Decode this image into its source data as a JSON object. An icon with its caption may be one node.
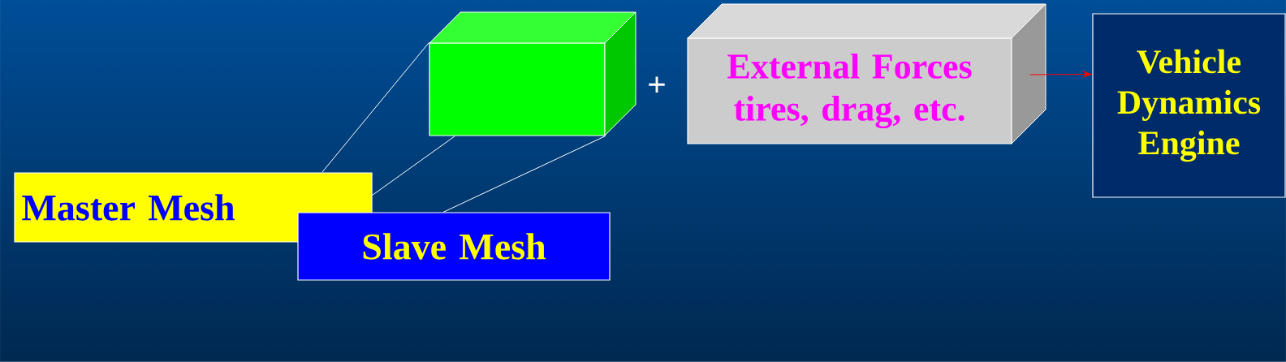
{
  "diagram": {
    "nodes": [
      {
        "text": [
          "Master Mesh"
        ]
      },
      {
        "text": [
          "Slave Mesh"
        ]
      },
      {
        "text": [],
        "shape": "box"
      },
      {
        "text": [
          "External Forces",
          "tires, drag, etc."
        ]
      },
      {
        "text": [
          "Vehicle Dynamics Engine"
        ]
      }
    ],
    "edges": [
      {
        "from": 0,
        "to": 2,
        "arrow": "none"
      },
      {
        "from": 0,
        "to": 2,
        "arrow": "none"
      },
      {
        "from": 1,
        "to": 2,
        "arrow": "none"
      },
      {
        "from": 3,
        "to": 4,
        "arrow": "to",
        "color": "#ff0000"
      }
    ],
    "labels": [
      "+"
    ]
  }
}
